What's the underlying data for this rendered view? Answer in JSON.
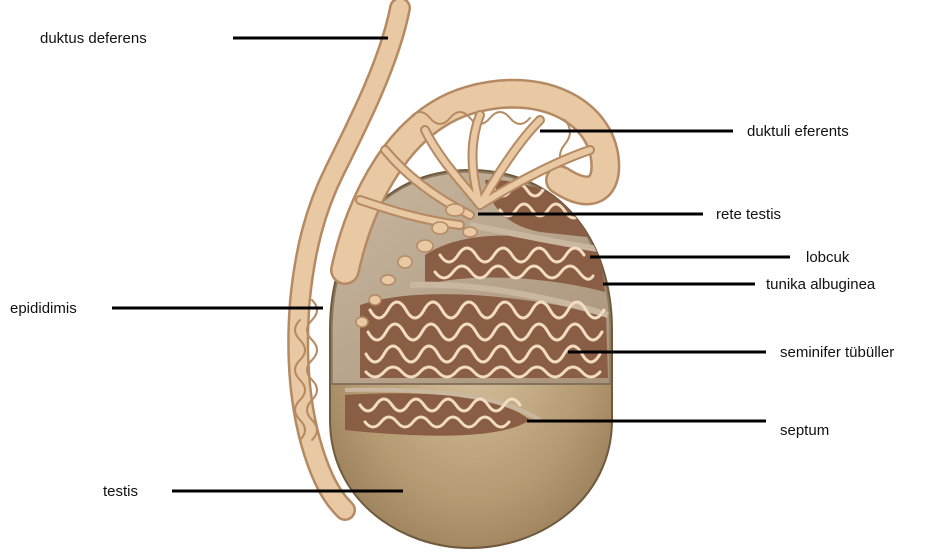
{
  "labels": {
    "duktus_deferens": "duktus deferens",
    "duktuli_eferents": "duktuli eferents",
    "rete_testis": "rete testis",
    "lobcuk": "lobcuk",
    "tunika_albuginea": "tunika albuginea",
    "epididimis": "epididimis",
    "seminifer_tubuller": "seminifer tübüller",
    "septum": "septum",
    "testis": "testis"
  },
  "colors": {
    "tubule_tan": "#e9c8a4",
    "tubule_outline": "#b58a63",
    "testis_surface": "#b59a72",
    "tissue_brown": "#8a5d45",
    "leader_line": "#000000"
  }
}
